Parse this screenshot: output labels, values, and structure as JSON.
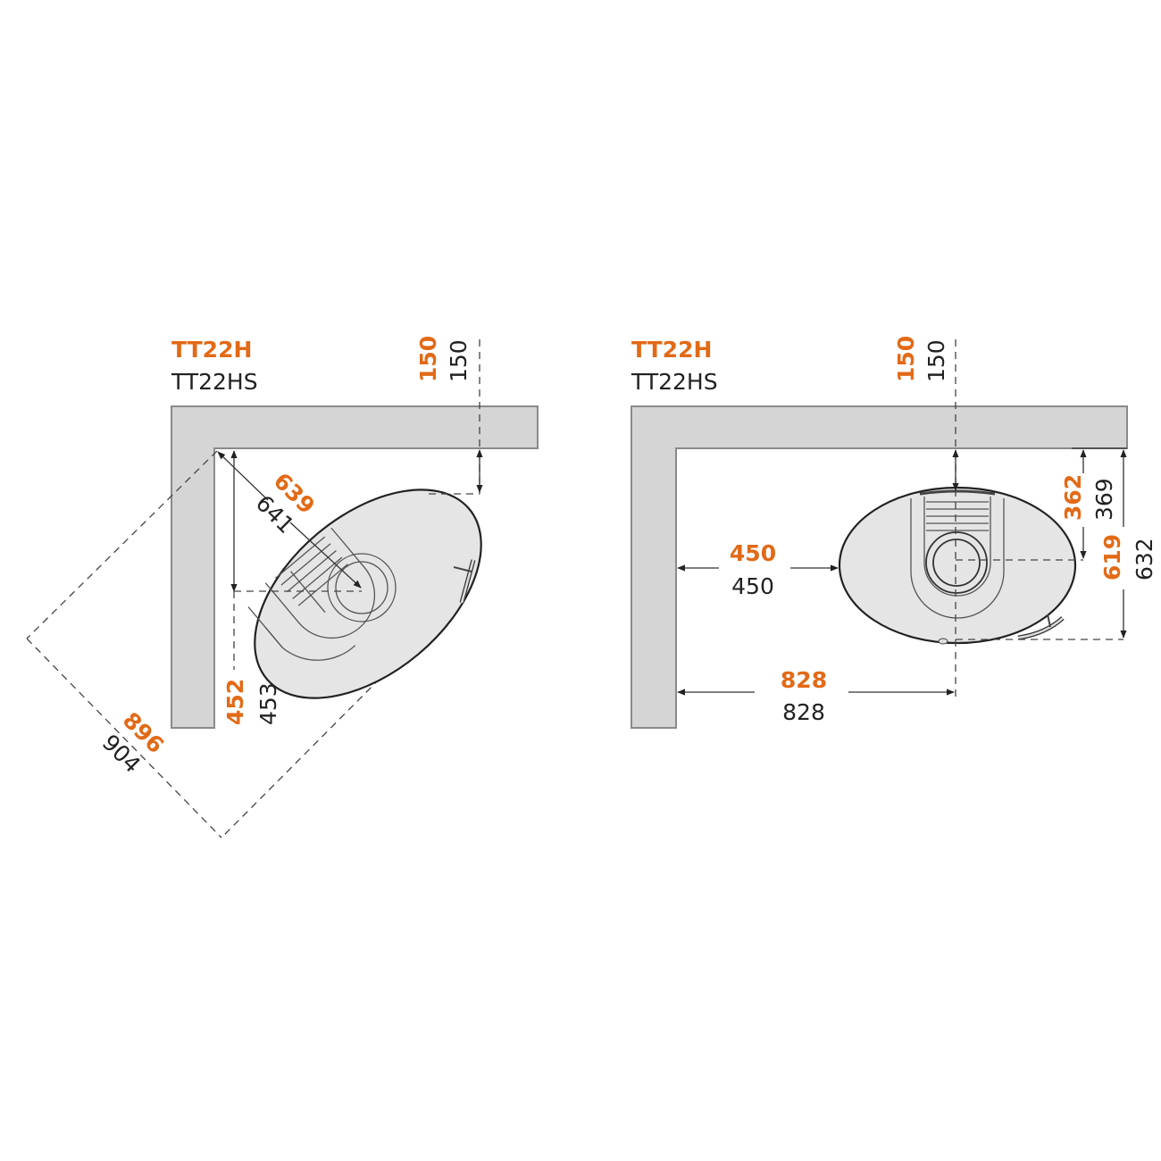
{
  "colors": {
    "highlight": "#e26a17",
    "text": "#222222",
    "wall": "#d5d5d5",
    "stove": "#e5e5e5"
  },
  "left": {
    "model_primary": "TT22H",
    "model_secondary": "TT22HS",
    "dim_top": {
      "primary": "150",
      "secondary": "150"
    },
    "dim_diag_flue": {
      "primary": "639",
      "secondary": "641"
    },
    "dim_side": {
      "primary": "452",
      "secondary": "453"
    },
    "dim_diag_total": {
      "primary": "896",
      "secondary": "904"
    }
  },
  "right": {
    "model_primary": "TT22H",
    "model_secondary": "TT22HS",
    "dim_top": {
      "primary": "150",
      "secondary": "150"
    },
    "dim_left_gap": {
      "primary": "450",
      "secondary": "450"
    },
    "dim_flue_x": {
      "primary": "828",
      "secondary": "828"
    },
    "dim_flue_y": {
      "primary": "362",
      "secondary": "369"
    },
    "dim_depth": {
      "primary": "619",
      "secondary": "632"
    }
  }
}
